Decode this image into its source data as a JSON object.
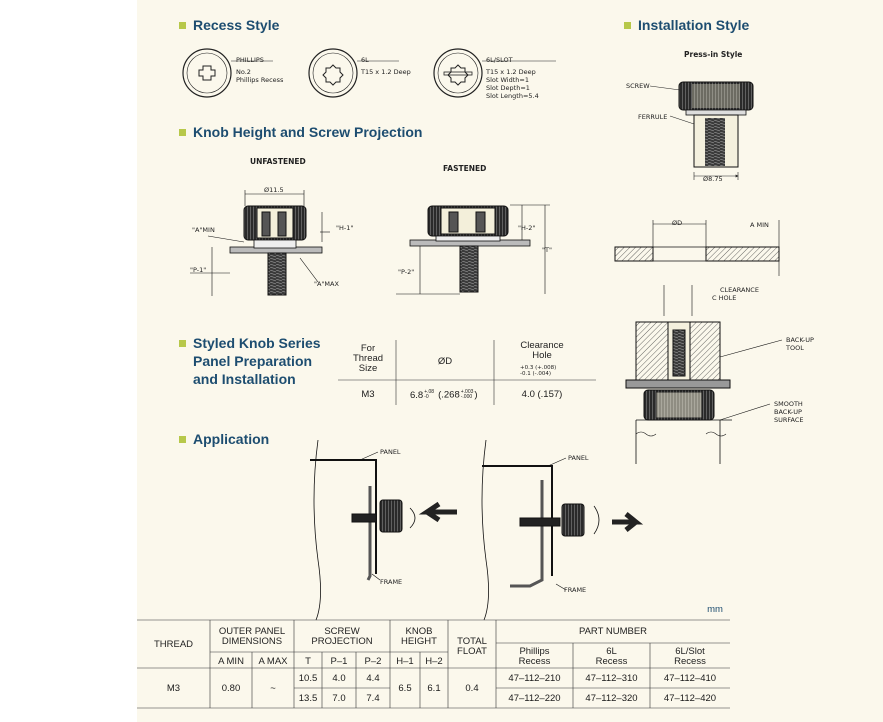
{
  "headings": {
    "recess": "Recess Style",
    "installation": "Installation Style",
    "knob_height": "Knob Height and Screw Projection",
    "styled_knob": [
      "Styled Knob Series",
      "Panel Preparation",
      "and Installation"
    ],
    "application": "Application"
  },
  "recess": {
    "phillips": {
      "name": "PHILLIPS",
      "lines": [
        "No.2",
        "Phillips Recess"
      ]
    },
    "sixl": {
      "name": "6L",
      "lines": [
        "T15 x 1.2 Deep"
      ]
    },
    "sixl_slot": {
      "name": "6L/SLOT",
      "lines": [
        "T15 x 1.2 Deep",
        "Slot Width=1",
        "Slot Depth=1",
        "Slot Length=5.4"
      ]
    }
  },
  "install": {
    "style": "Press-in Style",
    "screw": "SCREW",
    "ferrule": "FERRULE",
    "dim": "Ø8.75"
  },
  "knob": {
    "unfastened": "UNFASTENED",
    "fastened": "FASTENED",
    "dia": "Ø11.5",
    "a_min": "\"A\"MIN",
    "h1": "\"H-1\"",
    "p1": "\"P-1\"",
    "a_max": "\"A\"MAX",
    "h2": "\"H-2\"",
    "p2": "\"P-2\"",
    "t": "\"T\""
  },
  "panel": {
    "od": "ØD",
    "a_min": "A MIN",
    "clearance": "CLEARANCE",
    "c_hole": "C HOLE",
    "backup": "BACK-UP",
    "tool": "TOOL",
    "smooth": "SMOOTH",
    "backup2": "BACK-UP",
    "surface": "SURFACE"
  },
  "prep_table": {
    "h_for": [
      "For",
      "Thread",
      "Size"
    ],
    "h_od": "ØD",
    "h_clear": [
      "Clearance",
      "Hole"
    ],
    "h_clear_tol": [
      "+0.3 (+.008)",
      "-0.1 (-.004)"
    ],
    "thread": "M3",
    "od": "6.8",
    "od_tol": [
      "+.08",
      "-0"
    ],
    "od_in": "(.268",
    "od_in_tol": [
      "+.003",
      "-.000"
    ],
    "od_close": ")",
    "clear": "4.0 (.157)"
  },
  "application": {
    "panel": "PANEL",
    "frame": "FRAME"
  },
  "units": "mm",
  "spec_table": {
    "headers": {
      "thread": "THREAD",
      "outer": [
        "OUTER PANEL",
        "DIMENSIONS"
      ],
      "screw": [
        "SCREW",
        "PROJECTION"
      ],
      "knob": [
        "KNOB",
        "HEIGHT"
      ],
      "float": [
        "TOTAL",
        "FLOAT"
      ],
      "part": "PART NUMBER"
    },
    "sub": {
      "amin": "A MIN",
      "amax": "A MAX",
      "t": "T",
      "p1": "P–1",
      "p2": "P–2",
      "h1": "H–1",
      "h2": "H–2",
      "phil": [
        "Phillips",
        "Recess"
      ],
      "sixl": [
        "6L",
        "Recess"
      ],
      "slot": [
        "6L/Slot",
        "Recess"
      ]
    },
    "thread": "M3",
    "amin": "0.80",
    "amax": "~",
    "h1": "6.5",
    "h2": "6.1",
    "float": "0.4",
    "rows": [
      {
        "t": "10.5",
        "p1": "4.0",
        "p2": "4.4",
        "phil": "47–112–210",
        "sixl": "47–112–310",
        "slot": "47–112–410"
      },
      {
        "t": "13.5",
        "p1": "7.0",
        "p2": "7.4",
        "phil": "47–112–220",
        "sixl": "47–112–320",
        "slot": "47–112–420"
      }
    ]
  }
}
